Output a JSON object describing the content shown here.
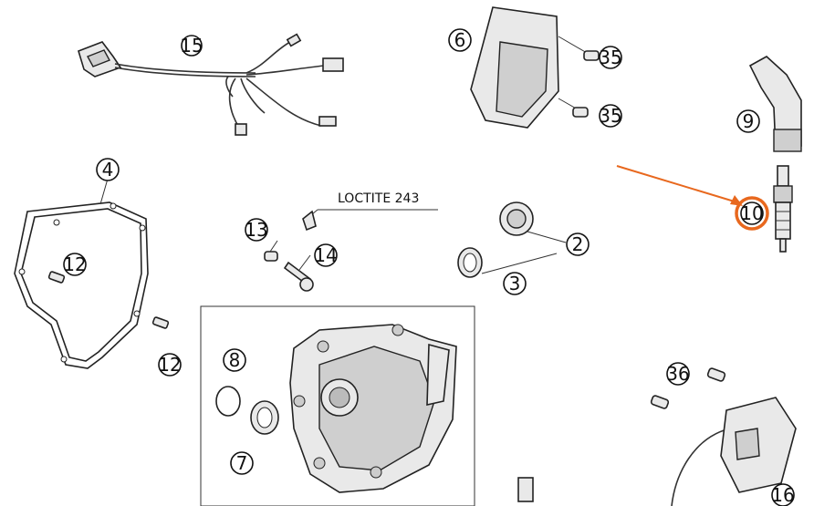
{
  "callouts": {
    "n2": "2",
    "n3": "3",
    "n4": "4",
    "n6": "6",
    "n7": "7",
    "n8": "8",
    "n9": "9",
    "n10": "10",
    "n12a": "12",
    "n12b": "12",
    "n13": "13",
    "n14": "14",
    "n15": "15",
    "n16": "16",
    "n35a": "35",
    "n35b": "35",
    "n36": "36"
  },
  "annotation": {
    "loctite": "LOCTITE 243"
  },
  "highlight": {
    "part": "10",
    "color": "#e8681e"
  },
  "colors": {
    "line": "#222222",
    "part_fill": "#e9e9e9",
    "arrow": "#e8681e"
  }
}
